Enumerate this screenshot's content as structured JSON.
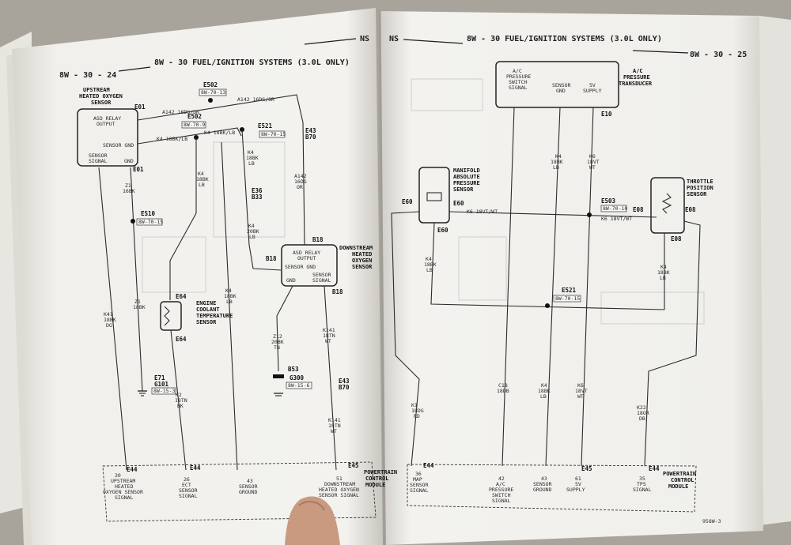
{
  "left_page": {
    "page_number": "8W - 30 - 24",
    "title": "8W - 30 FUEL/IGNITION SYSTEMS (3.0L ONLY)",
    "model": "NS",
    "components": {
      "upstream_o2": [
        "UPSTREAM",
        "HEATED OXYGEN",
        "SENSOR"
      ],
      "upstream_o2_pins": [
        "ASD RELAY",
        "OUTPUT",
        "SENSOR GND",
        "SENSOR",
        "SIGNAL",
        "GND"
      ],
      "downstream_o2": [
        "DOWNSTREAM",
        "HEATED",
        "OXYGEN",
        "SENSOR"
      ],
      "downstream_o2_pins": [
        "ASD RELAY",
        "OUTPUT",
        "SENSOR GND",
        "GND",
        "SENSOR",
        "SIGNAL"
      ],
      "ect": [
        "ENGINE",
        "COOLANT",
        "TEMPERATURE",
        "SENSOR"
      ],
      "pcm": [
        "POWERTRAIN",
        "CONTROL",
        "MODULE"
      ]
    },
    "connectors": [
      "E01",
      "E01",
      "E64",
      "E64",
      "B18",
      "B18",
      "B18",
      "E43",
      "B70",
      "E36",
      "B33",
      "E71",
      "B53",
      "E43",
      "B70",
      "E44",
      "E44",
      "E45"
    ],
    "splices": [
      "E502",
      "E521",
      "E510",
      "G101",
      "G300",
      "ES10"
    ],
    "refs": [
      "8W-70-13",
      "8W-70-9",
      "8W-70-15",
      "8W-70-15",
      "8W-15-3",
      "8W-15-6"
    ],
    "wires": {
      "a142_top": "A142 16DG/OR",
      "a142_right": "A142 16DG/OR",
      "k4_top": "K4 18BK/LB",
      "k4_top2": "K4 18BK/LB",
      "z1": [
        "Z1",
        "16BK"
      ],
      "k41": [
        "K41",
        "18BK",
        "DG"
      ],
      "z1b": [
        "Z1",
        "18BK"
      ],
      "k4a": [
        "K4",
        "18BK",
        "LB"
      ],
      "k4b": [
        "K4",
        "18BK",
        "LB"
      ],
      "k4c": [
        "K4",
        "20BK",
        "LB"
      ],
      "a142": [
        "A142",
        "16DG",
        "OR"
      ],
      "k2": [
        "K2",
        "18TN",
        "BK"
      ],
      "z12": [
        "Z12",
        "20BK",
        "TN"
      ],
      "k141a": [
        "K141",
        "18TN",
        "WT"
      ],
      "k141b": [
        "K141",
        "18TN",
        "WT"
      ],
      "k4d": [
        "K4",
        "18BK",
        "LB"
      ]
    },
    "pcm_pins": [
      [
        "30",
        "UPSTREAM",
        "HEATED",
        "OXYGEN SENSOR",
        "SIGNAL"
      ],
      [
        "26",
        "ECT",
        "SENSOR",
        "SIGNAL"
      ],
      [
        "43",
        "SENSOR",
        "GROUND"
      ],
      [
        "51",
        "DOWNSTREAM",
        "HEATED OXYGEN",
        "SENSOR SIGNAL"
      ]
    ]
  },
  "right_page": {
    "page_number": "8W - 30 - 25",
    "title": "8W - 30 FUEL/IGNITION SYSTEMS (3.0L ONLY)",
    "model": "NS",
    "footer": "958W-3",
    "components": {
      "ac_transducer": [
        "A/C",
        "PRESSURE",
        "TRANSDUCER"
      ],
      "ac_pins": [
        [
          "A/C",
          "PRESSURE",
          "SWITCH",
          "SIGNAL"
        ],
        [
          "SENSOR",
          "GND"
        ],
        [
          "5V",
          "SUPPLY"
        ]
      ],
      "map": [
        "MANIFOLD",
        "ABSOLUTE",
        "PRESSURE",
        "SENSOR"
      ],
      "tps": [
        "THROTTLE",
        "POSITION",
        "SENSOR"
      ],
      "pcm": [
        "POWERTRAIN",
        "CONTROL",
        "MODULE"
      ]
    },
    "connectors": [
      "E10",
      "E60",
      "E60",
      "E60",
      "E08",
      "E08",
      "E08",
      "E44",
      "E45",
      "E44"
    ],
    "splices": [
      "E503",
      "E521"
    ],
    "refs": [
      "8W-70-10",
      "8W-70-15"
    ],
    "wires": {
      "k6_map": "K6 18VT/WT",
      "k6_tps": "K6 18VT/WT",
      "k4_map": [
        "K4",
        "18BK",
        "LB"
      ],
      "k4_trans": [
        "K4",
        "18BK",
        "LB"
      ],
      "k6_trans": [
        "K6",
        "18VT",
        "WT"
      ],
      "k4_tps": [
        "K4",
        "18BK",
        "LB"
      ],
      "k1": [
        "K1",
        "18DG",
        "RD"
      ],
      "c18": [
        "C18",
        "18DB"
      ],
      "k4_pcm": [
        "K4",
        "18BK",
        "LB"
      ],
      "k6_pcm": [
        "K6",
        "18VT",
        "WT"
      ],
      "k22": [
        "K22",
        "18OR",
        "DB"
      ]
    },
    "pcm_pins": [
      [
        "36",
        "MAP",
        "SENSOR",
        "SIGNAL"
      ],
      [
        "42",
        "A/C",
        "PRESSURE",
        "SWITCH",
        "SIGNAL"
      ],
      [
        "43",
        "SENSOR",
        "GROUND"
      ],
      [
        "61",
        "5V",
        "SUPPLY"
      ],
      [
        "35",
        "TPS",
        "SIGNAL"
      ]
    ]
  }
}
